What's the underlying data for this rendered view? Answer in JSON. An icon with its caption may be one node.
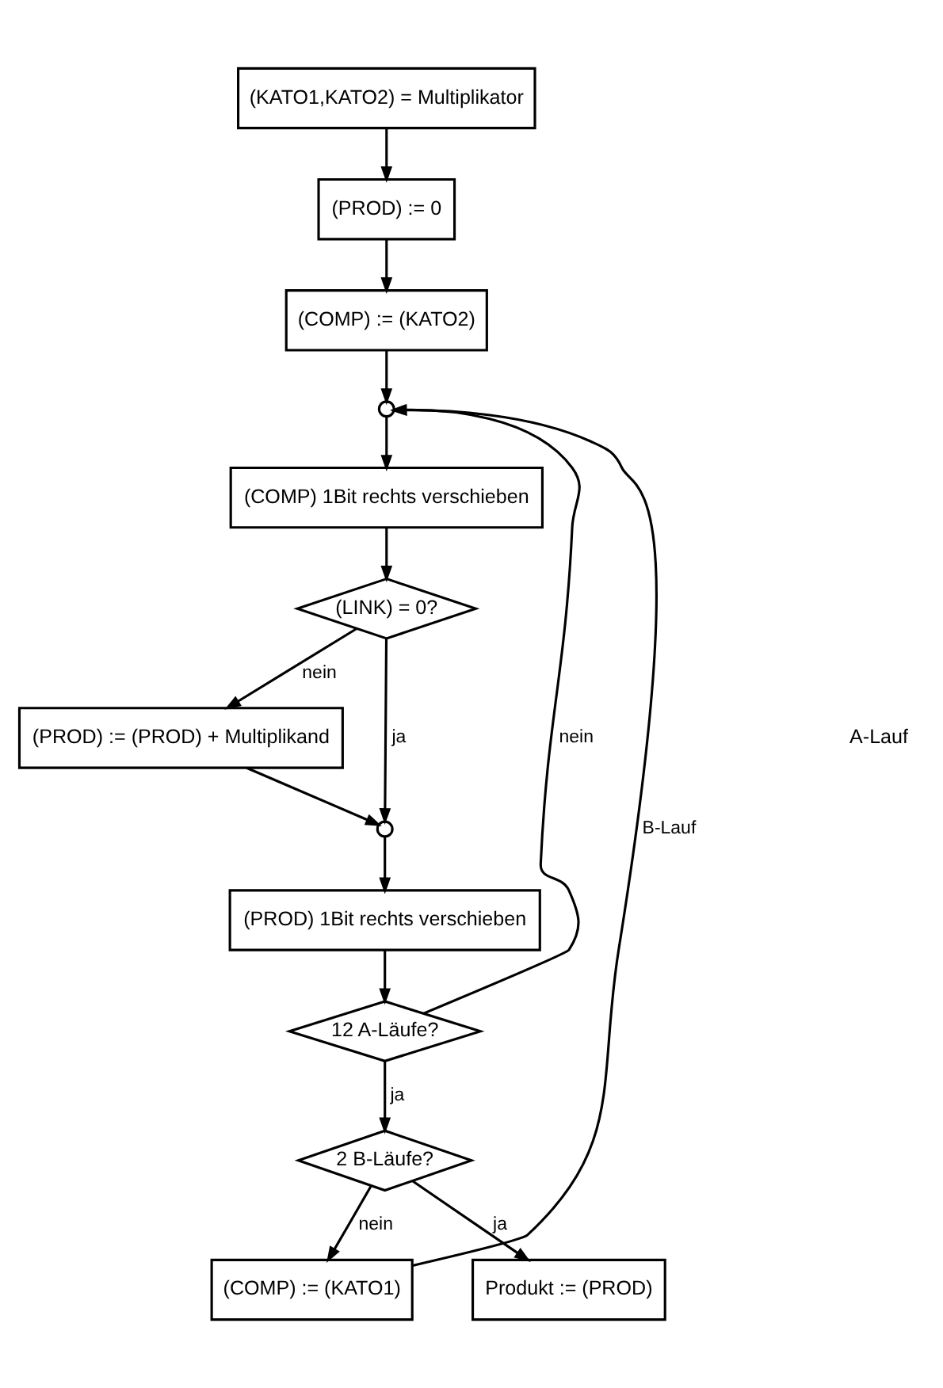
{
  "diagram": {
    "nodes": [
      {
        "text": [
          "(KATO1,KATO2) = Multiplikator"
        ]
      },
      {
        "text": [
          "(PROD) := 0"
        ]
      },
      {
        "text": [
          "(COMP) := (KATO2)"
        ]
      },
      {
        "text": [],
        "shape": "circle"
      },
      {
        "text": [
          "(COMP) 1Bit rechts verschieben"
        ]
      },
      {
        "text": [
          "(LINK) = 0?"
        ]
      },
      {
        "text": [
          "(PROD) := (PROD) + Multiplikand"
        ]
      },
      {
        "text": [],
        "shape": "circle"
      },
      {
        "text": [
          "(PROD) 1Bit rechts verschieben"
        ]
      },
      {
        "text": [
          "12 A-Läufe?"
        ]
      },
      {
        "text": [
          "2 B-Läufe?"
        ]
      },
      {
        "text": [
          "(COMP) := (KATO1)"
        ]
      },
      {
        "text": [
          "Produkt := (PROD)"
        ]
      }
    ],
    "edges": [
      {
        "from": 0,
        "to": 1,
        "arrow": "to"
      },
      {
        "from": 1,
        "to": 2,
        "arrow": "to"
      },
      {
        "from": 2,
        "to": 3,
        "arrow": "to"
      },
      {
        "from": 3,
        "to": 4,
        "arrow": "to"
      },
      {
        "from": 4,
        "to": 5,
        "arrow": "to"
      },
      {
        "from": 5,
        "to": 6,
        "label": "nein",
        "arrow": "to"
      },
      {
        "from": 5,
        "to": 7,
        "label": "ja",
        "arrow": "to"
      },
      {
        "from": 6,
        "to": 7,
        "arrow": "to"
      },
      {
        "from": 7,
        "to": 8,
        "arrow": "to"
      },
      {
        "from": 8,
        "to": 9,
        "arrow": "to"
      },
      {
        "from": 9,
        "to": 3,
        "label": "nein",
        "arrow": "to"
      },
      {
        "from": 9,
        "to": 10,
        "label": "ja",
        "arrow": "to"
      },
      {
        "from": 10,
        "to": 11,
        "label": "nein",
        "arrow": "to"
      },
      {
        "from": 11,
        "to": 3,
        "label": "B-Lauf",
        "arrow": "to"
      },
      {
        "from": 10,
        "to": 12,
        "label": "ja",
        "arrow": "to"
      }
    ],
    "labels": [
      "A-Lauf"
    ]
  }
}
